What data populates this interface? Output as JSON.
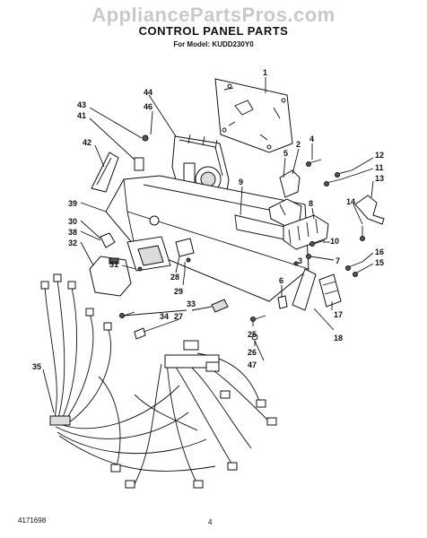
{
  "watermark": "AppliancePartsPros.com",
  "title": "CONTROL PANEL PARTS",
  "subtitle": "For Model: KUDD230Y0",
  "footer": {
    "left": "4171698",
    "page": "4"
  },
  "callouts": [
    "1",
    "2",
    "3",
    "4",
    "5",
    "6",
    "7",
    "8",
    "9",
    "10",
    "11",
    "12",
    "13",
    "14",
    "15",
    "16",
    "17",
    "18",
    "25",
    "26",
    "27",
    "28",
    "29",
    "30",
    "31",
    "32",
    "33",
    "34",
    "35",
    "38",
    "39",
    "41",
    "42",
    "43",
    "44",
    "46",
    "47"
  ]
}
